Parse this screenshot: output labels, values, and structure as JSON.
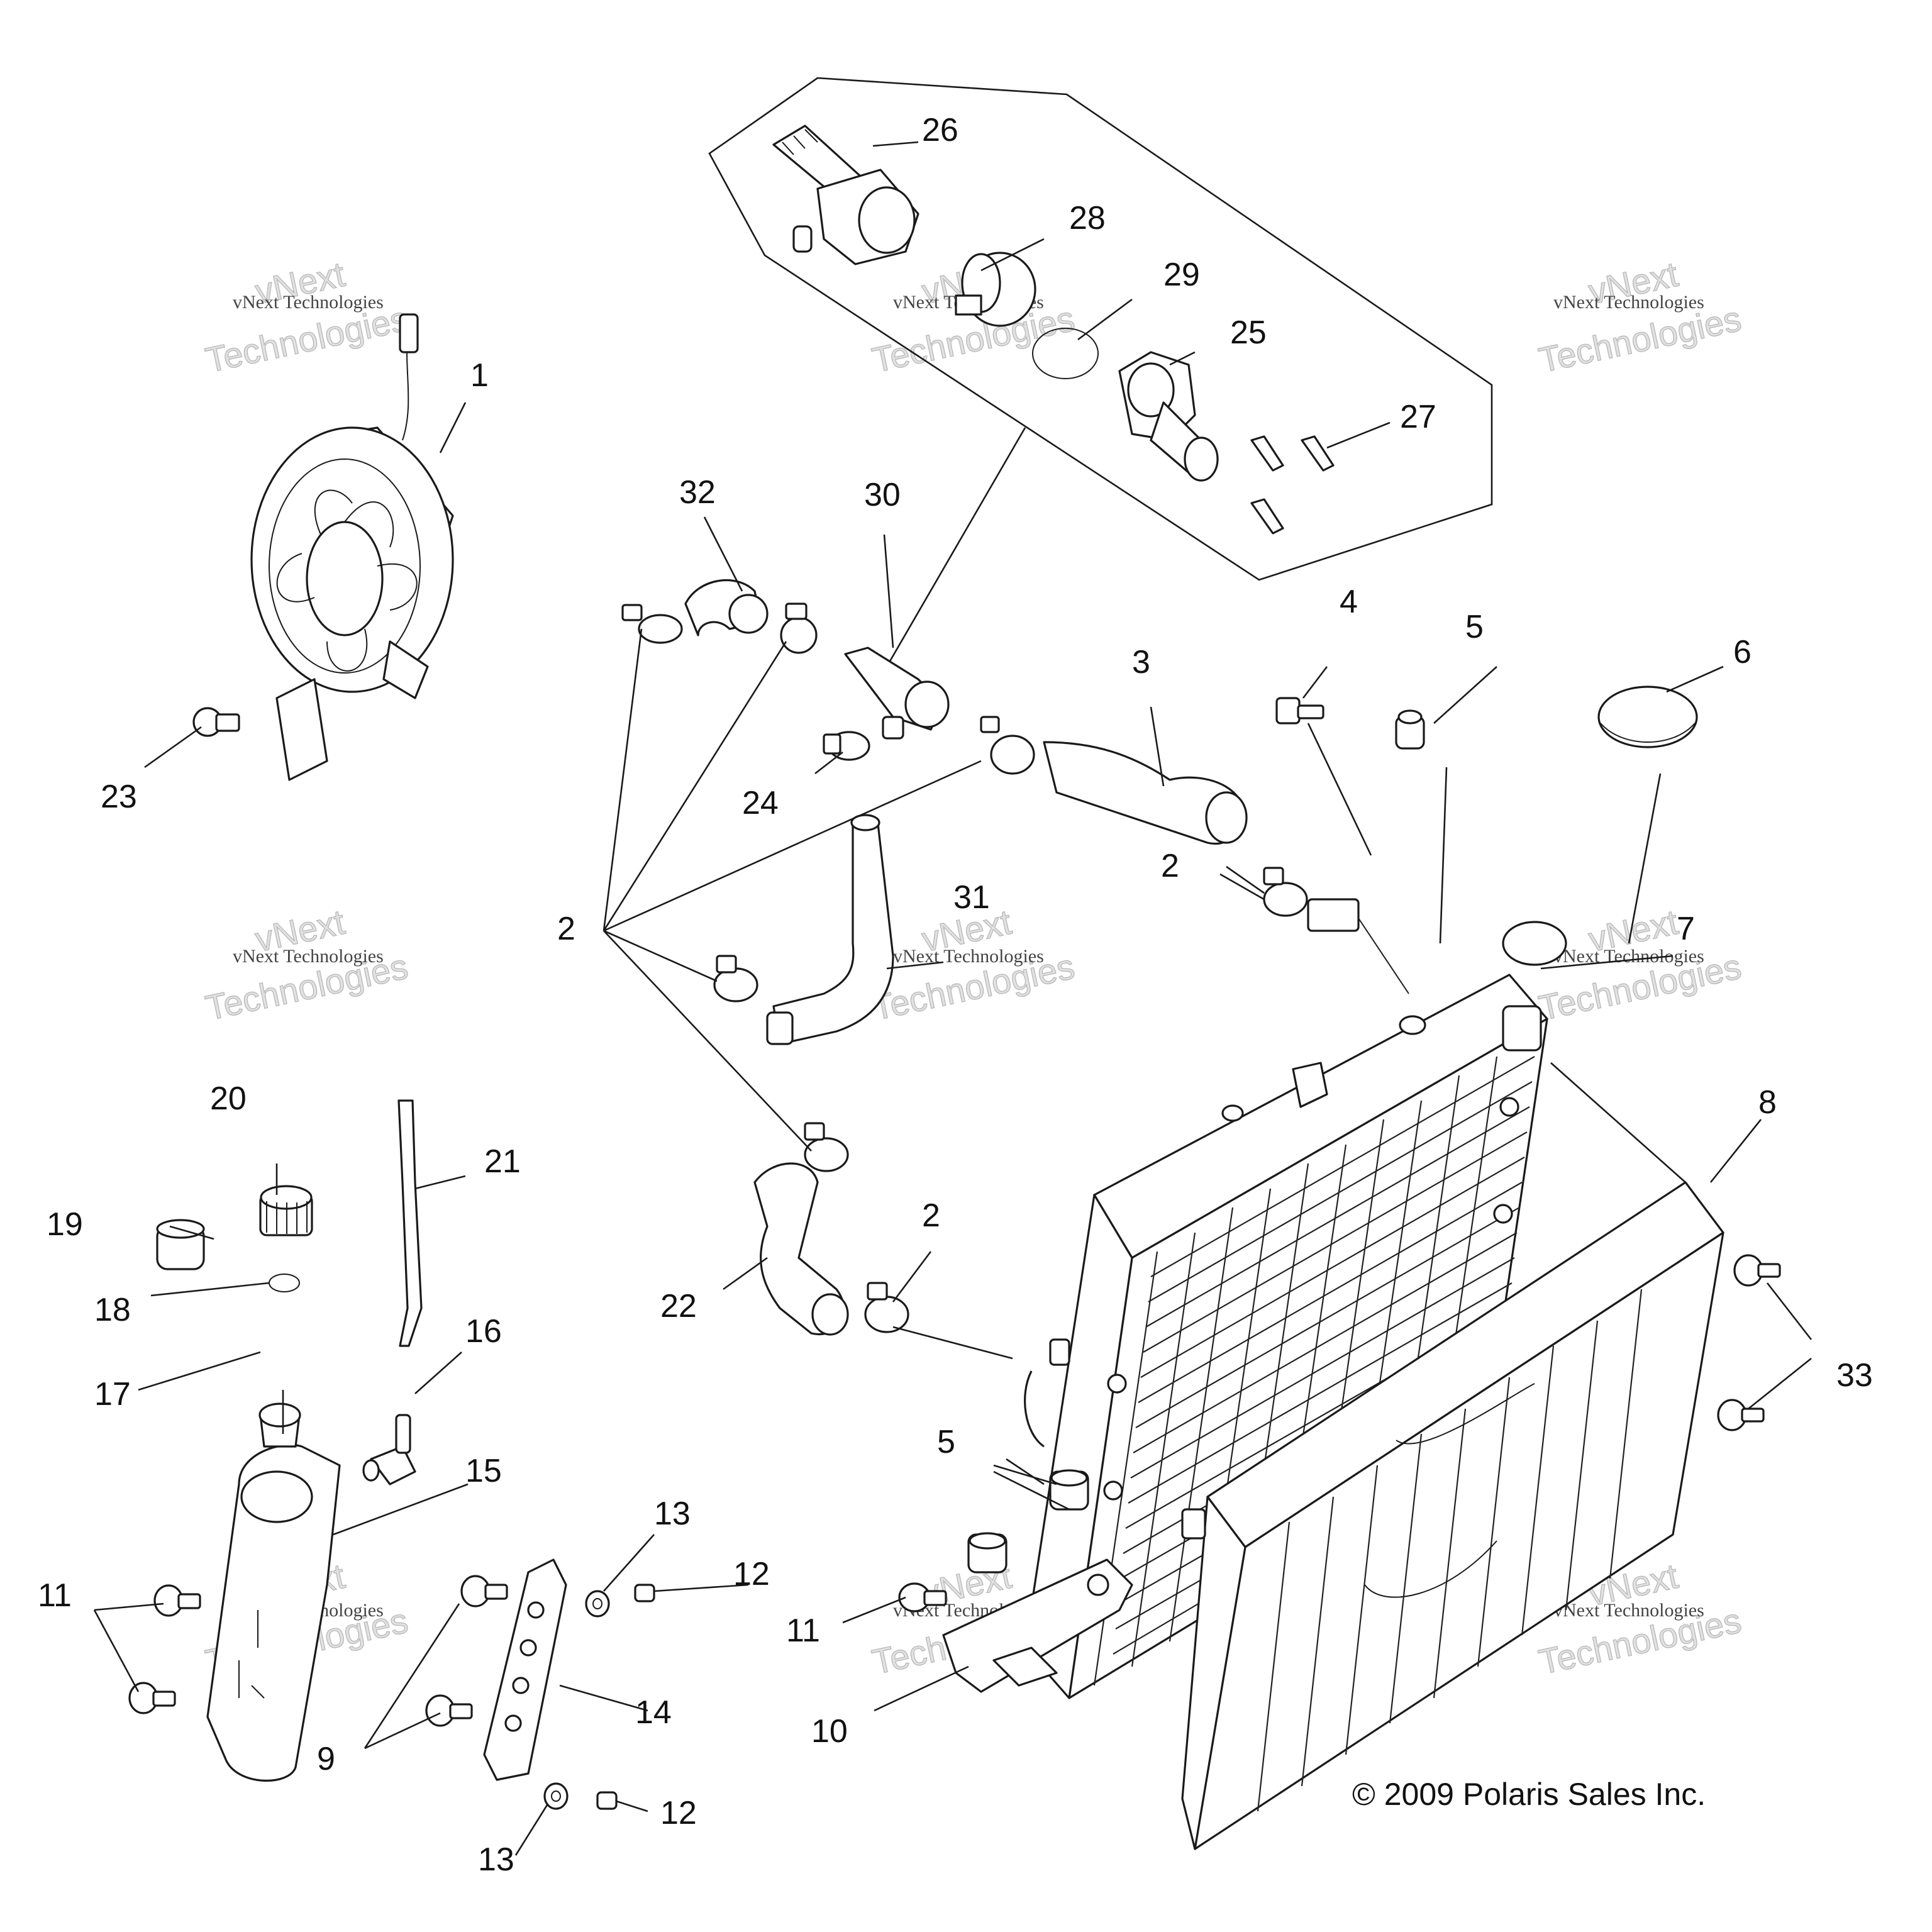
{
  "figure": {
    "copyright": "© 2009 Polaris Sales Inc.",
    "watermark": {
      "line1": "vNext",
      "line2": "vNext Technologies",
      "line3": "Technologies"
    }
  },
  "callouts": {
    "c1": "1",
    "c2a": "2",
    "c2b": "2",
    "c2c": "2",
    "c3": "3",
    "c4": "4",
    "c5a": "5",
    "c5b": "5",
    "c6": "6",
    "c7": "7",
    "c8": "8",
    "c9": "9",
    "c10": "10",
    "c11a": "11",
    "c11b": "11",
    "c12a": "12",
    "c12b": "12",
    "c13a": "13",
    "c13b": "13",
    "c14": "14",
    "c15": "15",
    "c16": "16",
    "c17": "17",
    "c18": "18",
    "c19": "19",
    "c20": "20",
    "c21": "21",
    "c22": "22",
    "c23": "23",
    "c24": "24",
    "c25": "25",
    "c26": "26",
    "c27": "27",
    "c28": "28",
    "c29": "29",
    "c30": "30",
    "c31": "31",
    "c32": "32",
    "c33": "33"
  }
}
